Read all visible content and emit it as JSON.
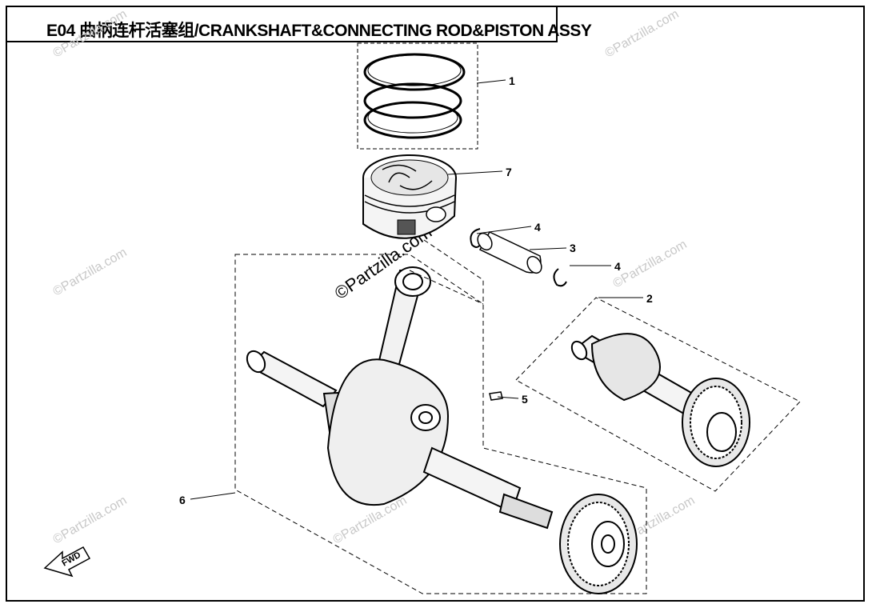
{
  "title": "E04 曲柄连杆活塞组/CRANKSHAFT&CONNECTING ROD&PISTON ASSY",
  "callouts": [
    "1",
    "7",
    "4",
    "3",
    "4",
    "2",
    "5",
    "6"
  ],
  "watermark": "©Partzilla.com",
  "watermark_center": "©Partzilla.com",
  "fwd_label": "FWD"
}
